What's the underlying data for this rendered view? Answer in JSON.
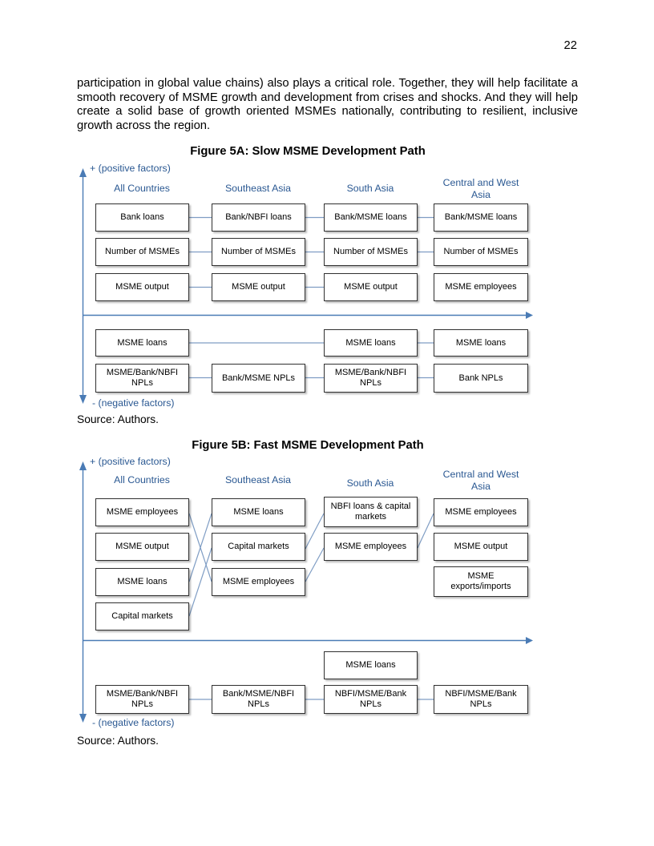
{
  "page": {
    "number": "22",
    "paragraph": "participation in global value chains) also plays a critical role. Together, they will help facilitate a smooth recovery of MSME growth and development from crises and shocks. And they will help create a solid base of growth oriented MSMEs nationally, contributing to resilient, inclusive growth across the region."
  },
  "colors": {
    "heading_blue": "#2a5892",
    "axis_blue": "#4a7bb5",
    "connector_blue": "#7f9dc4",
    "box_border": "#303030"
  },
  "fig5a": {
    "title": "Figure 5A: Slow MSME Development Path",
    "axis": {
      "positive": "+ (positive factors)",
      "negative": "- (negative factors)"
    },
    "source": "Source: Authors.",
    "columns": [
      "All Countries",
      "Southeast Asia",
      "South Asia",
      "Central and West Asia"
    ],
    "pos": [
      [
        "Bank loans",
        "Bank/NBFI loans",
        "Bank/MSME loans",
        "Bank/MSME loans"
      ],
      [
        "Number of MSMEs",
        "Number of MSMEs",
        "Number of MSMEs",
        "Number of MSMEs"
      ],
      [
        "MSME output",
        "MSME output",
        "MSME output",
        "MSME employees"
      ]
    ],
    "neg": [
      [
        "MSME loans",
        null,
        "MSME loans",
        "MSME loans"
      ],
      [
        "MSME/Bank/NBFI NPLs",
        "Bank/MSME NPLs",
        "MSME/Bank/NBFI NPLs",
        "Bank NPLs"
      ]
    ]
  },
  "fig5b": {
    "title": "Figure 5B: Fast MSME Development Path",
    "axis": {
      "positive": "+ (positive factors)",
      "negative": "- (negative factors)"
    },
    "source": "Source: Authors.",
    "columns": [
      "All Countries",
      "Southeast Asia",
      "South Asia",
      "Central and West Asia"
    ],
    "pos_cols": [
      [
        "MSME employees",
        "MSME output",
        "MSME loans",
        "Capital markets"
      ],
      [
        "MSME loans",
        "Capital markets",
        "MSME employees"
      ],
      [
        "NBFI loans & capital markets",
        "MSME employees"
      ],
      [
        "MSME employees",
        "MSME output",
        "MSME exports/imports"
      ]
    ],
    "neg": {
      "msme_loans": "MSME loans",
      "npls": [
        "MSME/Bank/NBFI NPLs",
        "Bank/MSME/NBFI NPLs",
        "NBFI/MSME/Bank NPLs",
        "NBFI/MSME/Bank NPLs"
      ]
    }
  }
}
